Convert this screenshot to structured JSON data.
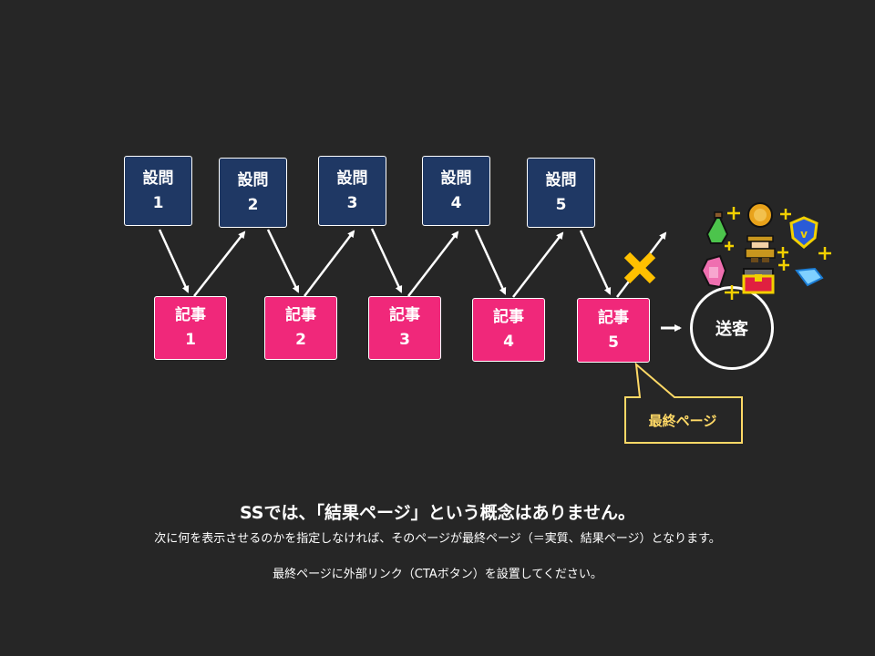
{
  "diagram": {
    "questions": [
      {
        "label": "設問",
        "num": "1"
      },
      {
        "label": "設問",
        "num": "2"
      },
      {
        "label": "設問",
        "num": "3"
      },
      {
        "label": "設問",
        "num": "4"
      },
      {
        "label": "設問",
        "num": "5"
      }
    ],
    "articles": [
      {
        "label": "記事",
        "num": "1"
      },
      {
        "label": "記事",
        "num": "2"
      },
      {
        "label": "記事",
        "num": "3"
      },
      {
        "label": "記事",
        "num": "4"
      },
      {
        "label": "記事",
        "num": "5"
      }
    ],
    "destination": "送客",
    "callout": "最終ページ",
    "blocked_icon": "x-mark-icon",
    "reward_icons": [
      "potion-icon",
      "coin-icon",
      "shield-icon",
      "adventurer-icon",
      "gem-icon",
      "diamond-icon",
      "treasure-chest-icon",
      "sparkle-icon"
    ],
    "colors": {
      "question_bg": "#1f3864",
      "article_bg": "#f0287a",
      "callout": "#ffd966",
      "x_mark": "#ffc000",
      "background": "#262626"
    }
  },
  "caption": {
    "title": "SSでは、「結果ページ」という概念はありません。",
    "line1": "次に何を表示させるのかを指定しなければ、そのページが最終ページ（＝実質、結果ページ）となります。",
    "line2": "最終ページに外部リンク（CTAボタン）を設置してください。"
  }
}
